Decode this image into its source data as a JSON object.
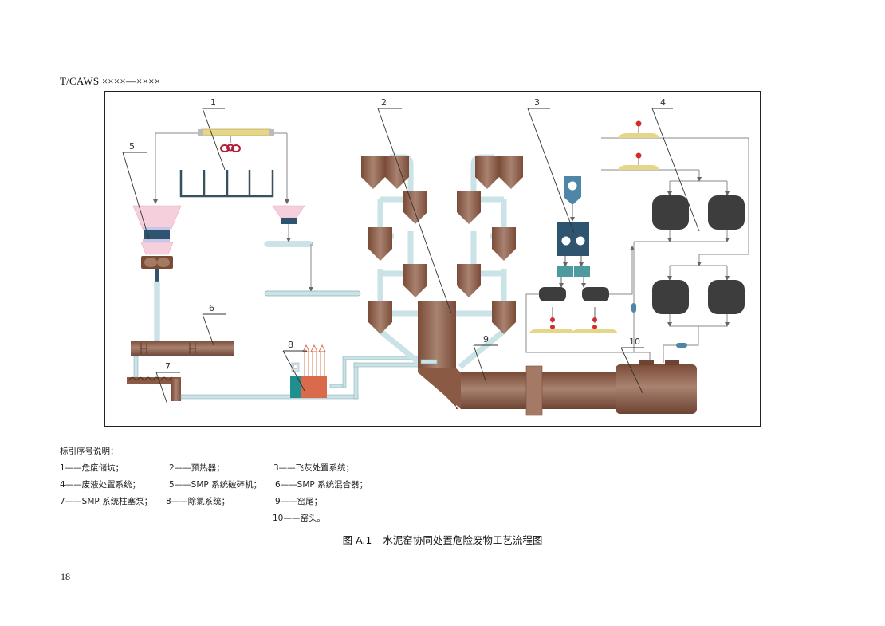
{
  "header": {
    "standard_code": "T/CAWS ××××—××××"
  },
  "figure": {
    "callouts": [
      {
        "number": "1",
        "component": "hazardous-waste-pit"
      },
      {
        "number": "2",
        "component": "preheater"
      },
      {
        "number": "3",
        "component": "fly-ash-system"
      },
      {
        "number": "4",
        "component": "waste-liquid-system"
      },
      {
        "number": "5",
        "component": "smp-crusher"
      },
      {
        "number": "6",
        "component": "smp-mixer"
      },
      {
        "number": "7",
        "component": "smp-plunger-pump"
      },
      {
        "number": "8",
        "component": "chlorine-bypass"
      },
      {
        "number": "9",
        "component": "kiln-tail"
      },
      {
        "number": "10",
        "component": "kiln-head"
      }
    ],
    "colors": {
      "brown": "#8a5a45",
      "brown_light": "#a77a66",
      "pipe": "#c9e3e6",
      "pipe_edge": "#8fb3b8",
      "navy": "#2f5470",
      "teal": "#4d9a9f",
      "pink": "#f6cfdc",
      "yellow": "#e6d68a",
      "red": "#d22c2c",
      "dark_tank": "#3d3d3d",
      "line": "#8a8a8a",
      "orange": "#d96a4a",
      "cyan_box": "#1f8f8f"
    }
  },
  "legend": {
    "title": "标引序号说明：",
    "rows": [
      [
        "1——危废储坑；",
        "2——预热器；",
        "3——飞灰处置系统；"
      ],
      [
        "4——废液处置系统；",
        "5——SMP 系统破碎机；",
        "6——SMP 系统混合器；"
      ],
      [
        "7——SMP 系统柱塞泵；",
        "8——除氯系统；",
        "9——窑尾；"
      ],
      [
        "",
        "",
        "10——窑头。"
      ]
    ]
  },
  "caption": {
    "number": "图 A.1",
    "title": "水泥窑协同处置危险废物工艺流程图"
  },
  "page_number": "18"
}
